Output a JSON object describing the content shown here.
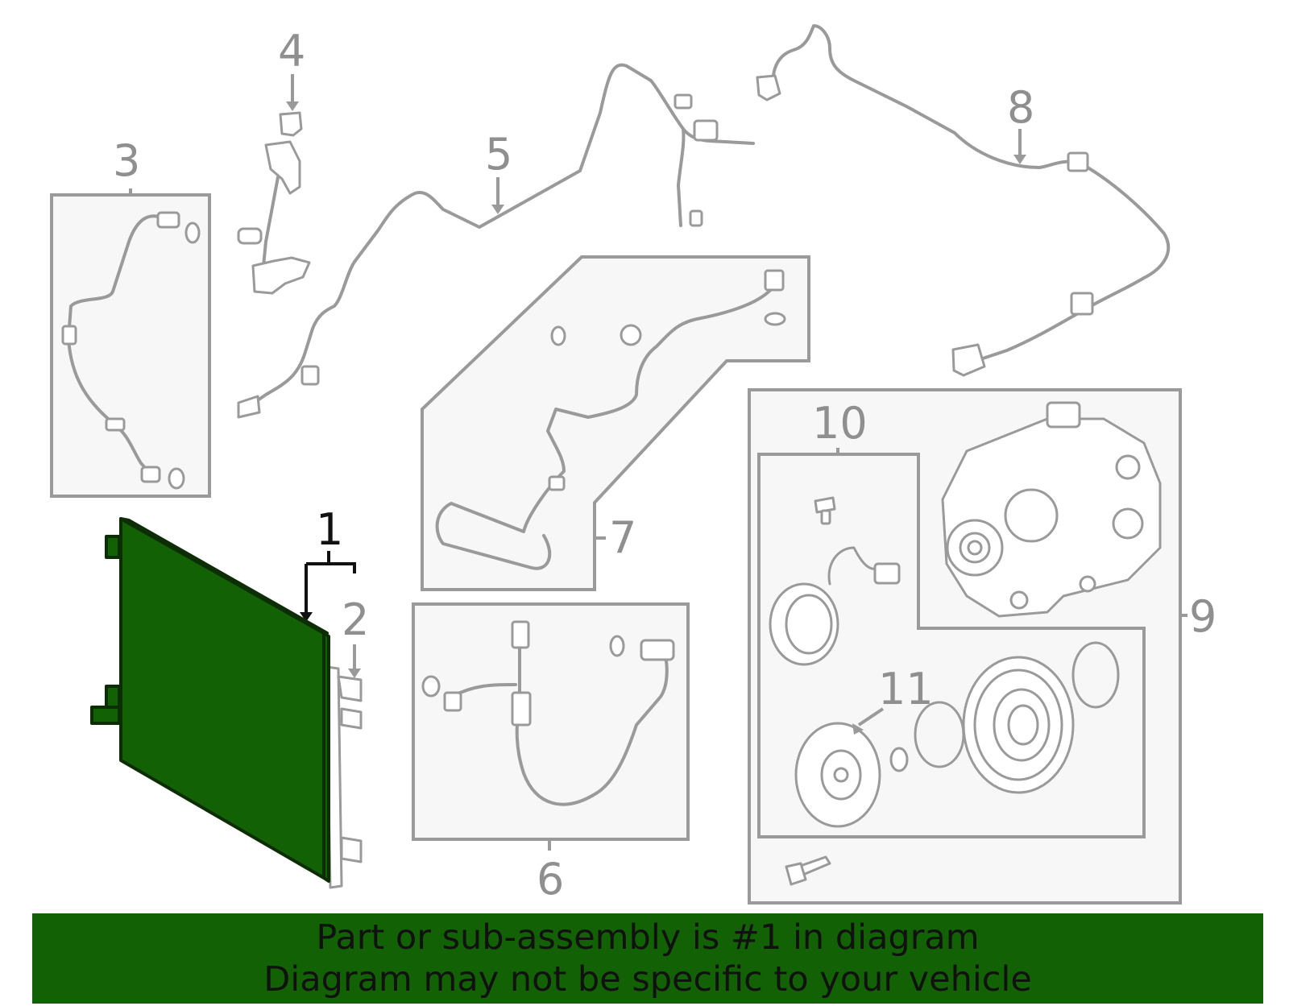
{
  "diagram": {
    "callouts": [
      "1",
      "2",
      "3",
      "4",
      "5",
      "6",
      "7",
      "8",
      "9",
      "10",
      "11"
    ],
    "highlight_color": "#136105",
    "line_color": "#9a9a9a"
  },
  "banner": {
    "line1": "Part or sub-assembly is #1 in diagram",
    "line2": "Diagram may not be specific to your vehicle"
  }
}
